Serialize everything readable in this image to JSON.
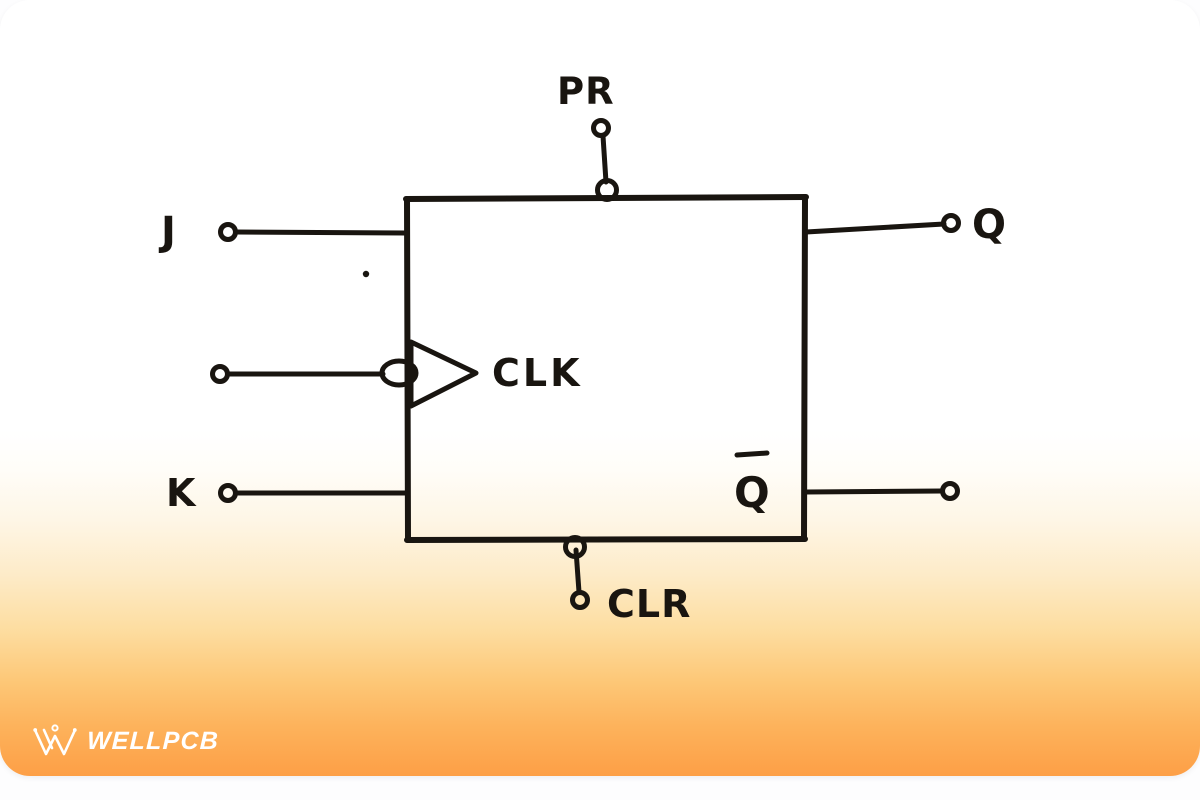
{
  "page": {
    "title": "JK Flip-Flop Logic Symbol",
    "background_top": "#ffffff",
    "background_bottom": "#fd9f46",
    "ink_color": "#191510"
  },
  "diagram": {
    "type": "jk-flip-flop-symbol",
    "body_label": "",
    "pins": [
      {
        "id": "pr",
        "label": "PR",
        "side": "top",
        "active_low": true,
        "has_terminal_circle": true
      },
      {
        "id": "j",
        "label": "J",
        "side": "left",
        "active_low": false,
        "has_terminal_circle": true
      },
      {
        "id": "clk",
        "label": "CLK",
        "side": "left",
        "active_low": true,
        "has_terminal_circle": true,
        "edge_triggered": true
      },
      {
        "id": "k",
        "label": "K",
        "side": "left",
        "active_low": false,
        "has_terminal_circle": true
      },
      {
        "id": "q",
        "label": "Q",
        "side": "right",
        "active_low": false,
        "has_terminal_circle": true
      },
      {
        "id": "qbar",
        "label": "Q",
        "side": "right",
        "active_low": false,
        "has_terminal_circle": true,
        "overline": true
      },
      {
        "id": "clr",
        "label": "CLR",
        "side": "bottom",
        "active_low": true,
        "has_terminal_circle": true
      }
    ],
    "labels": {
      "pr": "PR",
      "j": "J",
      "clk": "CLK",
      "k": "K",
      "q": "Q",
      "qbar": "Q",
      "clr": "CLR"
    }
  },
  "watermark": {
    "brand": "WELLPCB",
    "mark": "wellpcb-w-logo-icon",
    "color": "#ffffff"
  }
}
